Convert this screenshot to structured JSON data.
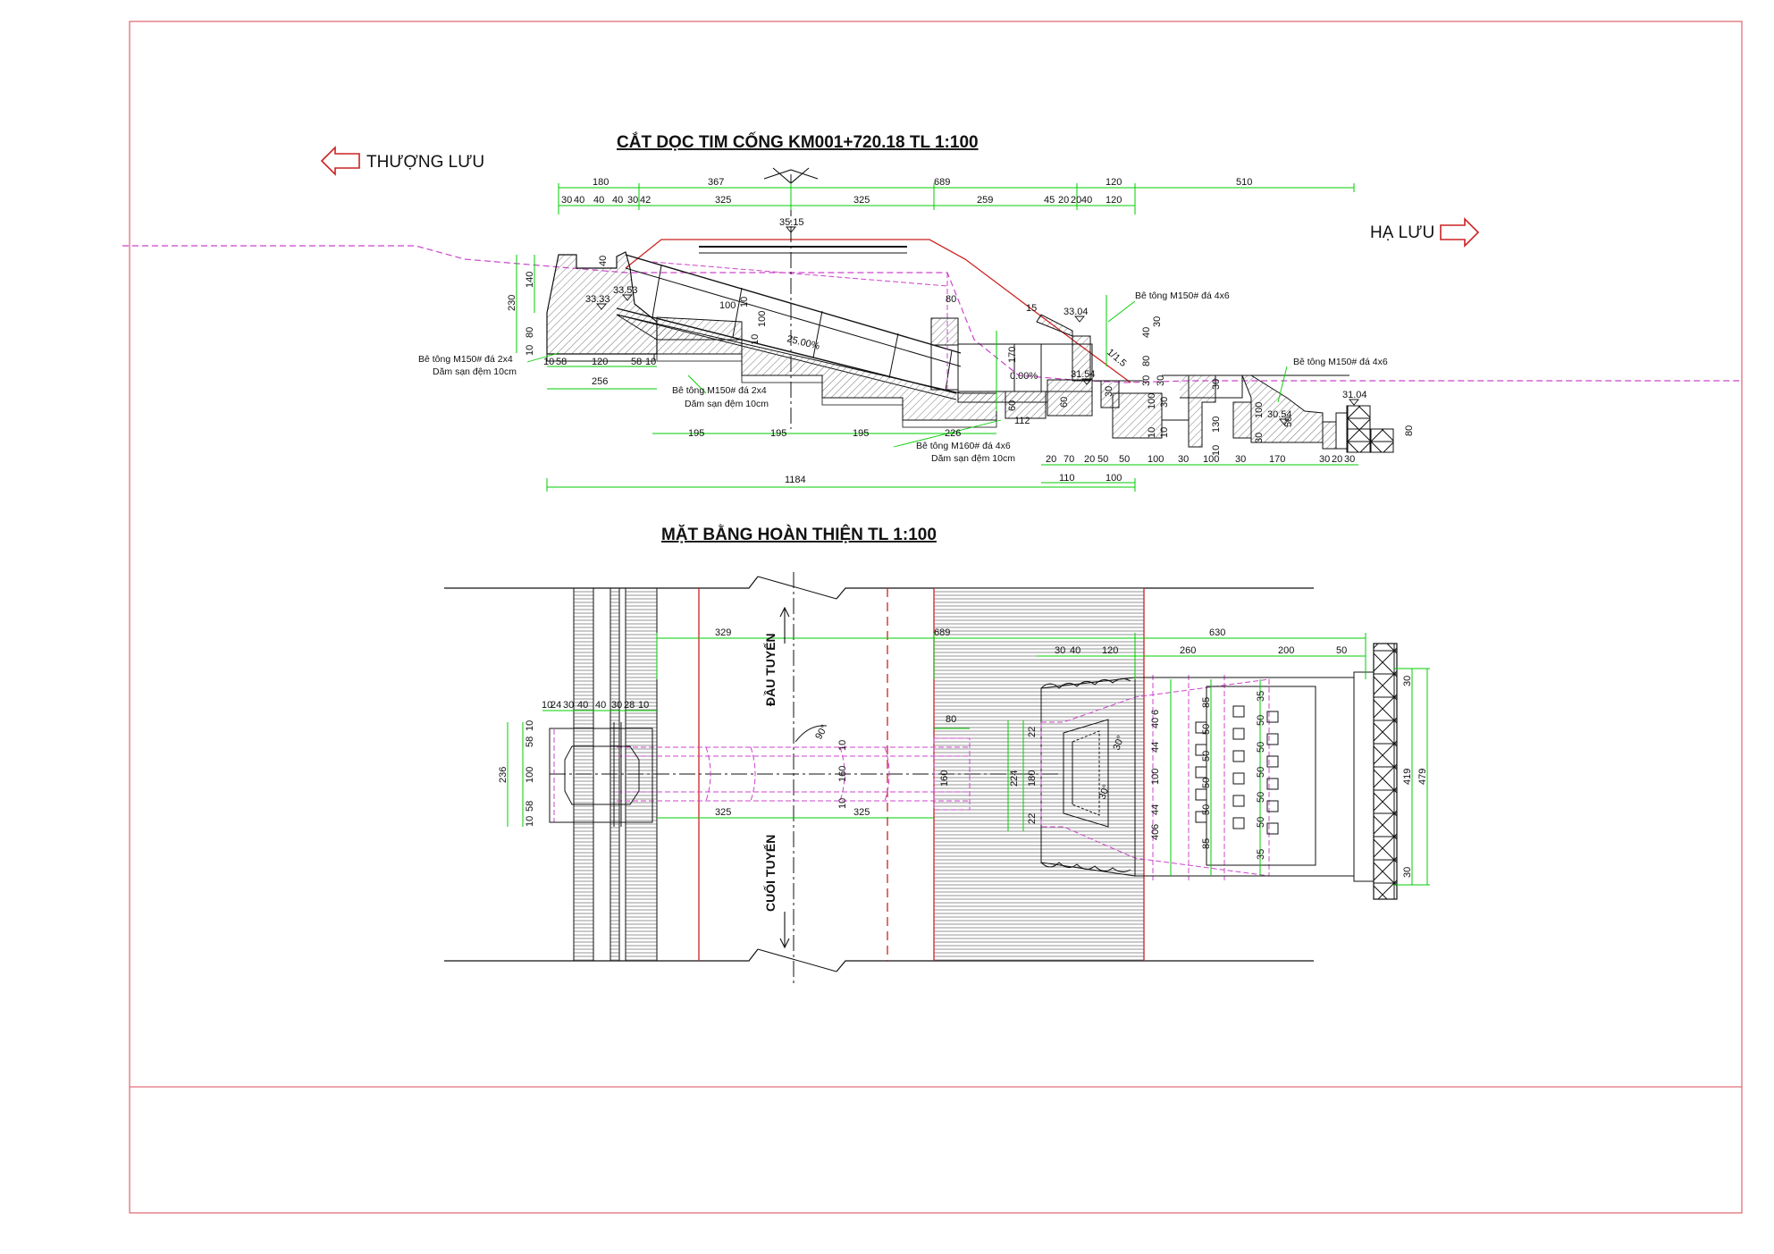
{
  "section": {
    "title": "CẮT DỌC TIM CỐNG KM001+720.18 TL 1:100",
    "upstream_label": "THƯỢNG LƯU",
    "downstream_label": "HẠ LƯU",
    "dims_top_row1": [
      "180",
      "367",
      "689",
      "120",
      "510"
    ],
    "dims_top_row2": [
      "30",
      "40",
      "40",
      "40",
      "30",
      "42",
      "325",
      "325",
      "259",
      "45",
      "20",
      "20",
      "40",
      "120"
    ],
    "elevations": [
      "35.15",
      "33.33",
      "33.53",
      "33.04",
      "31.54",
      "30.54",
      "31.04"
    ],
    "slope_pipe": "25.00%",
    "slope_basin": "0.00%",
    "slope_bank": "1/1.5",
    "notes": {
      "concrete_left": "Bê tông M150# đá 2x4",
      "gravel_left": "Dăm sạn đệm 10cm",
      "concrete_mid": "Bê tông M150# đá 2x4",
      "gravel_mid": "Dăm sạn đệm 10cm",
      "concrete_m160": "Bê tông M160# đá 4x6",
      "gravel_m160": "Dăm sạn đệm 10cm",
      "concrete_right1": "Bê tông M150# đá 4x6",
      "concrete_right2": "Bê tông M150# đá 4x6"
    },
    "dims_left_vertical": [
      "230",
      "140",
      "80",
      "10"
    ],
    "dims_bottom_left": [
      "10",
      "58",
      "120",
      "58",
      "10"
    ],
    "dim_256": "256",
    "dims_steps": [
      "195",
      "195",
      "195",
      "226",
      "112"
    ],
    "dims_bottom_right": [
      "20",
      "70",
      "20",
      "50",
      "50",
      "100",
      "30",
      "100",
      "30",
      "170",
      "30",
      "20",
      "30"
    ],
    "dims_110_100": [
      "110",
      "100"
    ],
    "dim_total": "1184",
    "misc_dims": [
      "40",
      "100",
      "100",
      "10",
      "10",
      "80",
      "170",
      "60",
      "60",
      "30",
      "15",
      "40",
      "30",
      "80",
      "30",
      "30",
      "100",
      "30",
      "10",
      "10",
      "130",
      "10",
      "100",
      "30",
      "50",
      "80",
      "30"
    ]
  },
  "plan": {
    "title": "MẶT BẰNG HOÀN THIỆN TL 1:100",
    "label_start": "ĐẦU TUYẾN",
    "label_end": "CUỐI TUYẾN",
    "angle1": "90°",
    "angle2": "30°",
    "angle3": "30°",
    "dims_top": [
      "329",
      "689",
      "630"
    ],
    "dims_top_right": [
      "30",
      "40",
      "120",
      "260",
      "200",
      "50"
    ],
    "dims_left_row": [
      "10",
      "24",
      "30",
      "40",
      "40",
      "30",
      "28",
      "10"
    ],
    "dims_left_vert": [
      "236",
      "58",
      "10",
      "100",
      "10",
      "58"
    ],
    "dim_80": "80",
    "dims_pipe": [
      "325",
      "325"
    ],
    "dims_pipe_vert": [
      "10",
      "160",
      "10",
      "160"
    ],
    "dims_outlet": [
      "22",
      "224",
      "180",
      "22"
    ],
    "dims_basin_col1": [
      "40",
      "6",
      "44",
      "100",
      "44",
      "6",
      "40"
    ],
    "dims_basin_col2": [
      "85",
      "50",
      "50",
      "50",
      "50",
      "85"
    ],
    "dims_basin_col3": [
      "35",
      "50",
      "50",
      "50",
      "50",
      "50",
      "35"
    ],
    "dims_right_vert": [
      "30",
      "419",
      "479",
      "30"
    ]
  },
  "colors": {
    "border": "#e0707a",
    "dimension": "#00cc00",
    "ground_line": "#cc44cc",
    "road": "#cc2222",
    "structure": "#111111"
  }
}
